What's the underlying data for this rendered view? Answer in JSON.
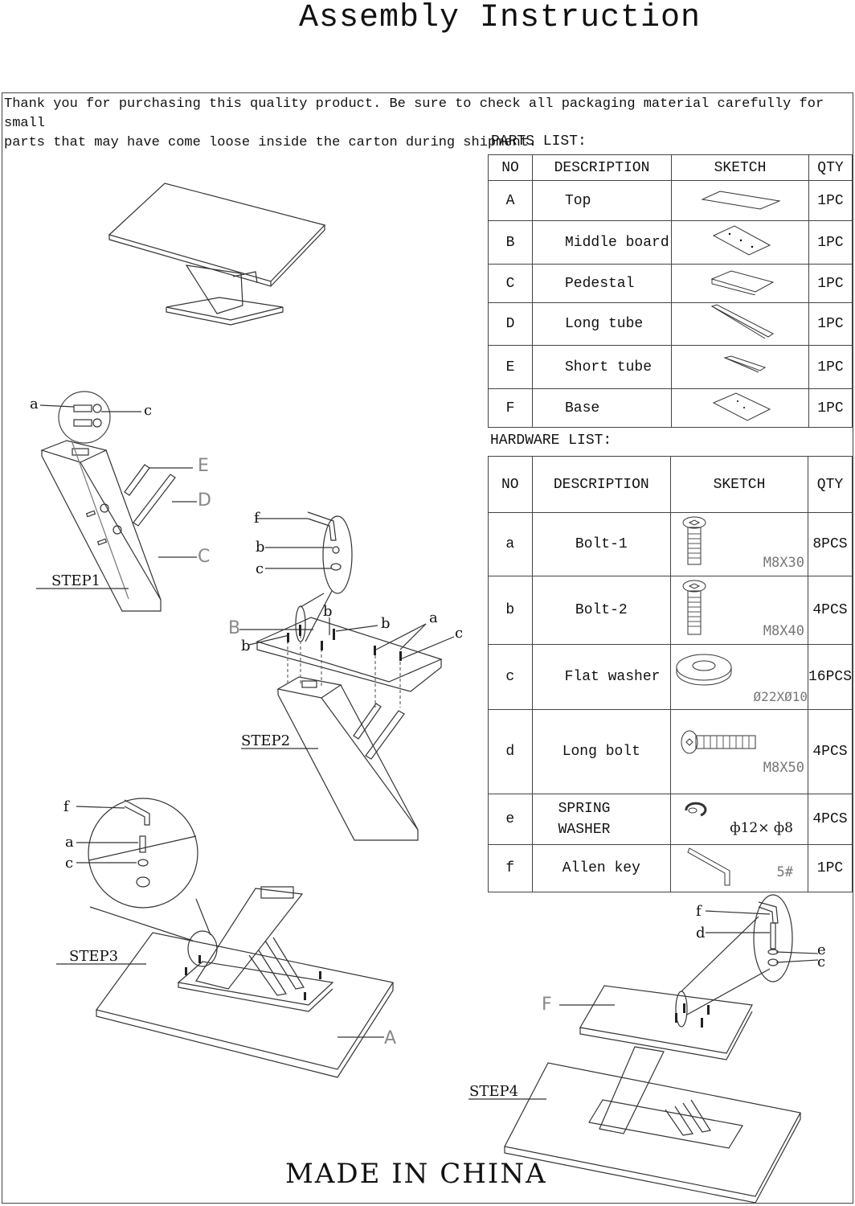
{
  "title": "Assembly Instruction",
  "intro": "Thank you for purchasing this quality product. Be sure to check all packaging material carefully for small\nparts that may have come loose inside the carton during shipment.",
  "parts_caption": "PARTS LIST:",
  "hardware_caption": "HARDWARE LIST:",
  "headers": {
    "no": "NO",
    "description": "DESCRIPTION",
    "sketch": "SKETCH",
    "qty": "QTY"
  },
  "parts": [
    {
      "no": "A",
      "description": "Top",
      "qty": "1PC"
    },
    {
      "no": "B",
      "description": "Middle board",
      "qty": "1PC"
    },
    {
      "no": "C",
      "description": "Pedestal",
      "qty": "1PC"
    },
    {
      "no": "D",
      "description": "Long tube",
      "qty": "1PC"
    },
    {
      "no": "E",
      "description": "Short tube",
      "qty": "1PC"
    },
    {
      "no": "F",
      "description": "Base",
      "qty": "1PC"
    }
  ],
  "hardware": [
    {
      "no": "a",
      "description": "Bolt-1",
      "size": "M8X30",
      "qty": "8PCS"
    },
    {
      "no": "b",
      "description": "Bolt-2",
      "size": "M8X40",
      "qty": "4PCS"
    },
    {
      "no": "c",
      "description": "Flat washer",
      "size": "Ø22XØ10",
      "qty": "16PCS"
    },
    {
      "no": "d",
      "description": "Long bolt",
      "size": "M8X50",
      "qty": "4PCS"
    },
    {
      "no": "e",
      "description": "SPRING\nWASHER",
      "size": "ф12× ф8",
      "qty": "4PCS"
    },
    {
      "no": "f",
      "description": "Allen key",
      "size": "5#",
      "qty": "1PC"
    }
  ],
  "steps": [
    "STEP1",
    "STEP2",
    "STEP3",
    "STEP4"
  ],
  "letters": {
    "a": "a",
    "b": "b",
    "c": "c",
    "d": "d",
    "e": "e",
    "f": "f",
    "A": "A",
    "B": "B",
    "C": "C",
    "D": "D",
    "E": "E",
    "F": "F"
  },
  "footer": "MADE IN CHINA"
}
